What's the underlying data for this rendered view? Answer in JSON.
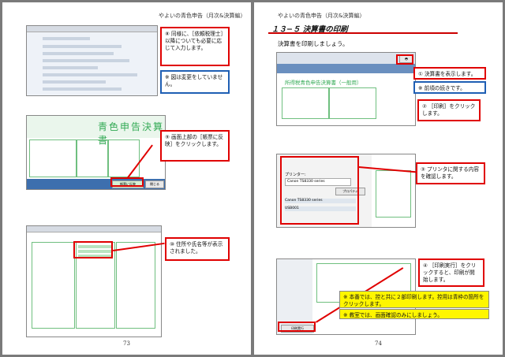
{
  "left": {
    "header": "やよいの青色申告（月次&決算編）",
    "page_number": "73",
    "callout_8": "⑧ 同様に、［依頼税理士］以降についても必要に応じて入力します。",
    "callout_note": "※ 図は変更をしていません。",
    "shot2_heading": "青色申告決算書",
    "callout_9": "⑨ 画面上部の［帳票に反映］をクリックします。",
    "callout_10": "⑩ 住所や氏名等が表示されました。",
    "btn_reflect": "帳票に反映",
    "btn_close": "閉じる"
  },
  "right": {
    "header": "やよいの青色申告（月次&決算編）",
    "page_number": "74",
    "section_title": "１３−５ 決算書の印刷",
    "intro": "決算書を印刷しましょう。",
    "callout_1": "① 決算書を表示します。",
    "callout_prev": "※ 前頃の続きです。",
    "callout_2": "② ［印刷］をクリックします。",
    "shot1_form_title": "所得税青色申告決算書（一般用）",
    "callout_3": "③ プリンタに関する内容を確認します。",
    "printer_label": "プリンター:",
    "printer_name": "Canon TS8330 series",
    "printer_prop": "プロパティ",
    "printer_port": "USB001",
    "callout_4": "④ ［印刷実行］をクリックすると、印刷が開始します。",
    "note_yellow_1": "※ 本番では、控と共に２部印刷します。控用は青枠の箇所をクリックします。",
    "note_yellow_2": "※ 教室では、画面確認のみにしましょう。",
    "btn_print_exec": "印刷実行"
  }
}
